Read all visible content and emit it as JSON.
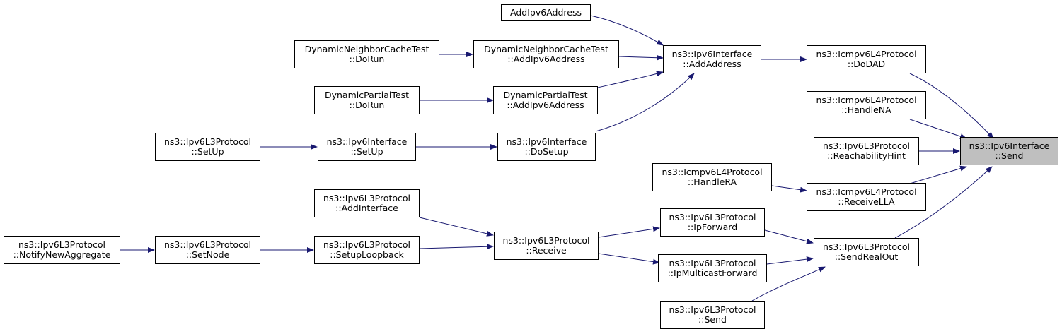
{
  "colors": {
    "edge": "#191970",
    "node_border": "#000000",
    "root_fill": "#bfbfbf",
    "node_fill": "#ffffff"
  },
  "nodes": {
    "addipv6address": {
      "l1": "AddIpv6Address",
      "l2": ""
    },
    "dnc_dorun": {
      "l1": "DynamicNeighborCacheTest",
      "l2": "::DoRun"
    },
    "dnc_addipv6": {
      "l1": "DynamicNeighborCacheTest",
      "l2": "::AddIpv6Address"
    },
    "iface_addaddress": {
      "l1": "ns3::Ipv6Interface",
      "l2": "::AddAddress"
    },
    "icmp_dodad": {
      "l1": "ns3::Icmpv6L4Protocol",
      "l2": "::DoDAD"
    },
    "dp_dorun": {
      "l1": "DynamicPartialTest",
      "l2": "::DoRun"
    },
    "dp_addipv6": {
      "l1": "DynamicPartialTest",
      "l2": "::AddIpv6Address"
    },
    "icmp_handlena": {
      "l1": "ns3::Icmpv6L4Protocol",
      "l2": "::HandleNA"
    },
    "l3_setup": {
      "l1": "ns3::Ipv6L3Protocol",
      "l2": "::SetUp"
    },
    "iface_setup": {
      "l1": "ns3::Ipv6Interface",
      "l2": "::SetUp"
    },
    "iface_dosetup": {
      "l1": "ns3::Ipv6Interface",
      "l2": "::DoSetup"
    },
    "l3_reachhint": {
      "l1": "ns3::Ipv6L3Protocol",
      "l2": "::ReachabilityHint"
    },
    "iface_send": {
      "l1": "ns3::Ipv6Interface",
      "l2": "::Send"
    },
    "icmp_handlera": {
      "l1": "ns3::Icmpv6L4Protocol",
      "l2": "::HandleRA"
    },
    "icmp_receivella": {
      "l1": "ns3::Icmpv6L4Protocol",
      "l2": "::ReceiveLLA"
    },
    "l3_addinterface": {
      "l1": "ns3::Ipv6L3Protocol",
      "l2": "::AddInterface"
    },
    "l3_ipforward": {
      "l1": "ns3::Ipv6L3Protocol",
      "l2": "::IpForward"
    },
    "l3_notifynewagg": {
      "l1": "ns3::Ipv6L3Protocol",
      "l2": "::NotifyNewAggregate"
    },
    "l3_setnode": {
      "l1": "ns3::Ipv6L3Protocol",
      "l2": "::SetNode"
    },
    "l3_setuploopback": {
      "l1": "ns3::Ipv6L3Protocol",
      "l2": "::SetupLoopback"
    },
    "l3_receive": {
      "l1": "ns3::Ipv6L3Protocol",
      "l2": "::Receive"
    },
    "l3_sendrealout": {
      "l1": "ns3::Ipv6L3Protocol",
      "l2": "::SendRealOut"
    },
    "l3_ipmcastfwd": {
      "l1": "ns3::Ipv6L3Protocol",
      "l2": "::IpMulticastForward"
    },
    "l3_send": {
      "l1": "ns3::Ipv6L3Protocol",
      "l2": "::Send"
    }
  }
}
